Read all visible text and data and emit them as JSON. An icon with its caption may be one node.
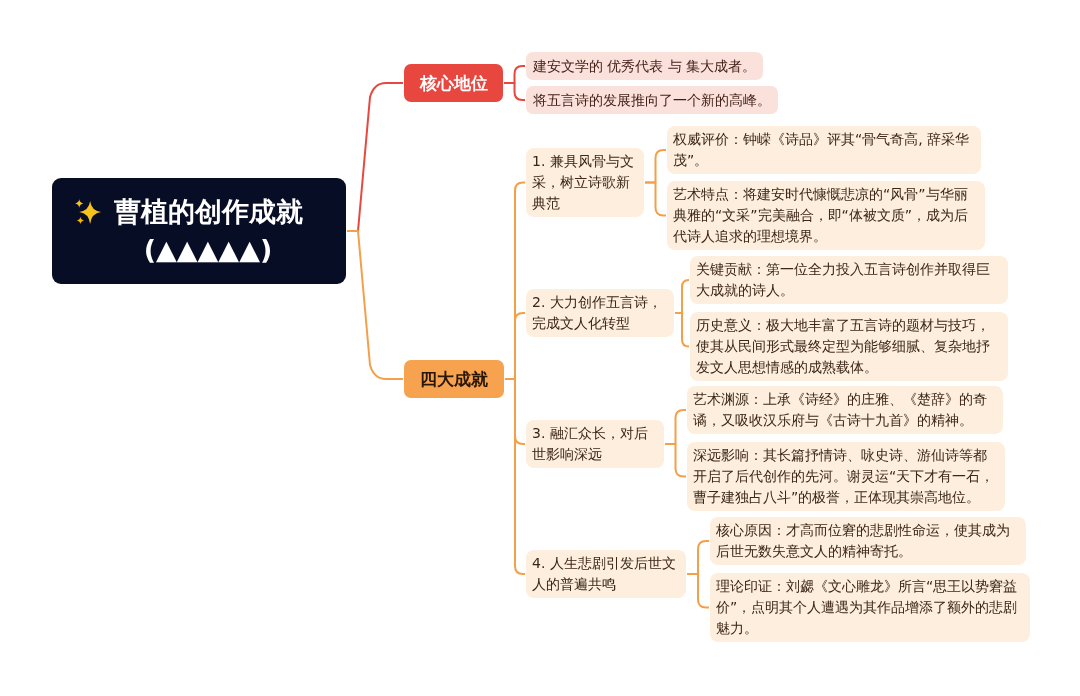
{
  "diagram": {
    "nodes": [
      {
        "text": [
          "曹植的创作成就 (▲▲▲▲▲)"
        ]
      },
      {
        "text": [
          "核心地位"
        ]
      },
      {
        "text": [
          "建安文学的 优秀代表 与 集大成者。"
        ]
      },
      {
        "text": [
          "将五言诗的发展推向了一个新的高峰。"
        ]
      },
      {
        "text": [
          "四大成就"
        ]
      },
      {
        "text": [
          "1. 兼具风骨与文采，树立诗歌新典范"
        ]
      },
      {
        "text": [
          "权威评价：钟嵘《诗品》评其“骨气奇高, 辞采华茂”。"
        ]
      },
      {
        "text": [
          "艺术特点：将建安时代慷慨悲凉的“风骨”与华丽典雅的“文采”完美融合，即“体被文质”，成为后代诗人追求的理想境界。"
        ]
      },
      {
        "text": [
          "2. 大力创作五言诗，完成文人化转型"
        ]
      },
      {
        "text": [
          "关键贡献：第一位全力投入五言诗创作并取得巨大成就的诗人。"
        ]
      },
      {
        "text": [
          "历史意义：极大地丰富了五言诗的题材与技巧，使其从民间形式最终定型为能够细腻、复杂地抒发文人思想情感的成熟载体。"
        ]
      },
      {
        "text": [
          "3. 融汇众长，对后世影响深远"
        ]
      },
      {
        "text": [
          "艺术渊源：上承《诗经》的庄雅、《楚辞》的奇谲，又吸收汉乐府与《古诗十九首》的精神。"
        ]
      },
      {
        "text": [
          "深远影响：其长篇抒情诗、咏史诗、游仙诗等都开启了后代创作的先河。谢灵运“天下才有一石，曹子建独占八斗”的极誉，正体现其崇高地位。"
        ]
      },
      {
        "text": [
          "4. 人生悲剧引发后世文人的普遍共鸣"
        ]
      },
      {
        "text": [
          "核心原因：才高而位窘的悲剧性命运，使其成为后世无数失意文人的精神寄托。"
        ]
      },
      {
        "text": [
          "理论印证：刘勰《文心雕龙》所言“思王以势窘益价”，点明其个人遭遇为其作品增添了额外的悲剧魅力。"
        ]
      }
    ],
    "edges": [
      {
        "from": 0,
        "to": 1,
        "arrow": "none",
        "color": "#e8473f"
      },
      {
        "from": 0,
        "to": 4,
        "arrow": "none"
      },
      {
        "from": 1,
        "to": 2,
        "arrow": "none",
        "color": "#e8473f"
      },
      {
        "from": 1,
        "to": 3,
        "arrow": "none",
        "color": "#e8473f"
      },
      {
        "from": 4,
        "to": 5,
        "arrow": "none"
      },
      {
        "from": 4,
        "to": 8,
        "arrow": "none"
      },
      {
        "from": 4,
        "to": 11,
        "arrow": "none"
      },
      {
        "from": 4,
        "to": 14,
        "arrow": "none"
      },
      {
        "from": 5,
        "to": 6,
        "arrow": "none"
      },
      {
        "from": 5,
        "to": 7,
        "arrow": "none"
      },
      {
        "from": 8,
        "to": 9,
        "arrow": "none"
      },
      {
        "from": 8,
        "to": 10,
        "arrow": "none"
      },
      {
        "from": 11,
        "to": 12,
        "arrow": "none"
      },
      {
        "from": 11,
        "to": 13,
        "arrow": "none"
      },
      {
        "from": 14,
        "to": 15,
        "arrow": "none"
      },
      {
        "from": 14,
        "to": 16,
        "arrow": "none"
      }
    ]
  }
}
